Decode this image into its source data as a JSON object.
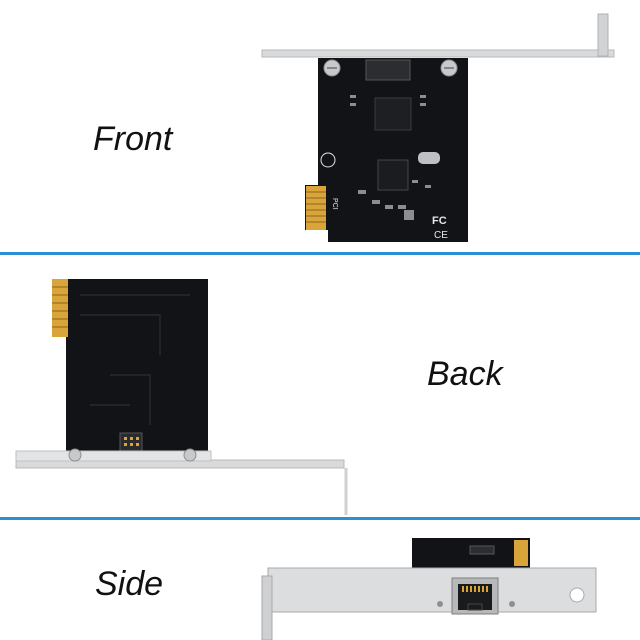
{
  "views": {
    "front": {
      "label": "Front"
    },
    "back": {
      "label": "Back"
    },
    "side": {
      "label": "Side"
    }
  },
  "pcb_markings": {
    "fcc_mark": "FC",
    "ce_mark": "CE",
    "pci_mark": "PCI"
  },
  "colors": {
    "divider": "#2b8fd3",
    "pcb": "#111316",
    "bracket": "#d9dadc",
    "gold_contacts": "#d9a43a",
    "label_text": "#111111"
  }
}
